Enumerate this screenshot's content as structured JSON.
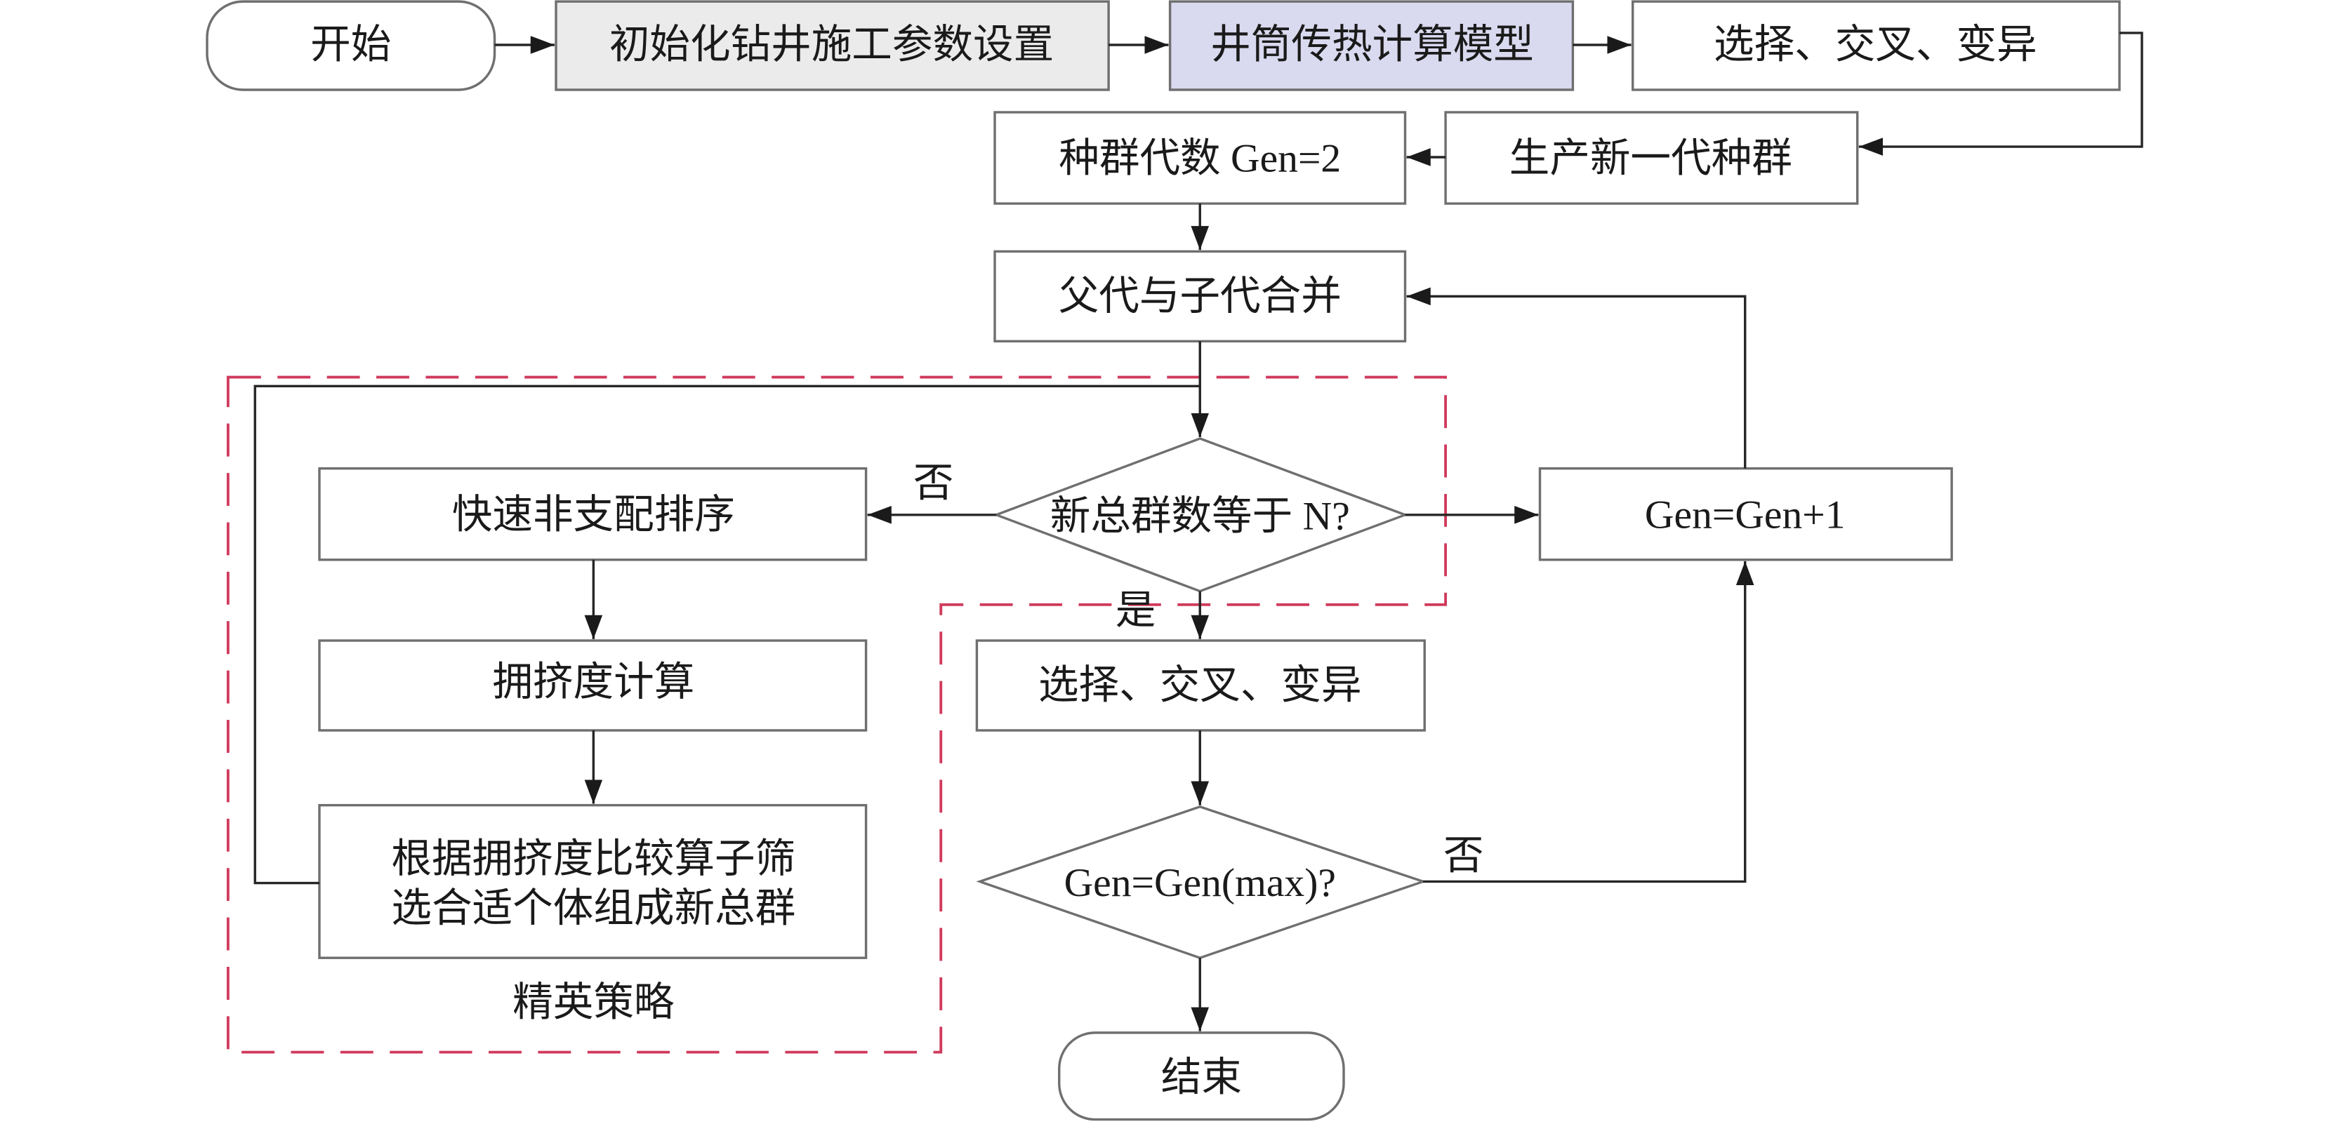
{
  "flowchart": {
    "start": "开始",
    "init_params": "初始化钻井施工参数设置",
    "wellbore_model": "井筒传热计算模型",
    "select_crossover_mutation_1": "选择、交叉、变异",
    "new_generation": "生产新一代种群",
    "generation_count": "种群代数 Gen=2",
    "merge": "父代与子代合并",
    "check_population_size": "新总群数等于 N?",
    "gen_increment": "Gen=Gen+1",
    "fast_nondominated_sort": "快速非支配排序",
    "crowding_distance": "拥挤度计算",
    "crowding_selection": [
      "根据拥挤度比较算子筛",
      "选合适个体组成新总群"
    ],
    "select_crossover_mutation_2": "选择、交叉、变异",
    "check_max_gen": "Gen=Gen(max)?",
    "end": "结束"
  },
  "edge_labels": {
    "population_size_no": "否",
    "population_size_yes": "是",
    "max_gen_no": "否"
  },
  "elite_strategy_label": "精英策略",
  "colors": {
    "box_fill": "#ffffff",
    "init_params_fill": "#ebebeb",
    "wellbore_model_fill": "#d9d9ef",
    "elite_strategy_border": "#d03a5c"
  }
}
